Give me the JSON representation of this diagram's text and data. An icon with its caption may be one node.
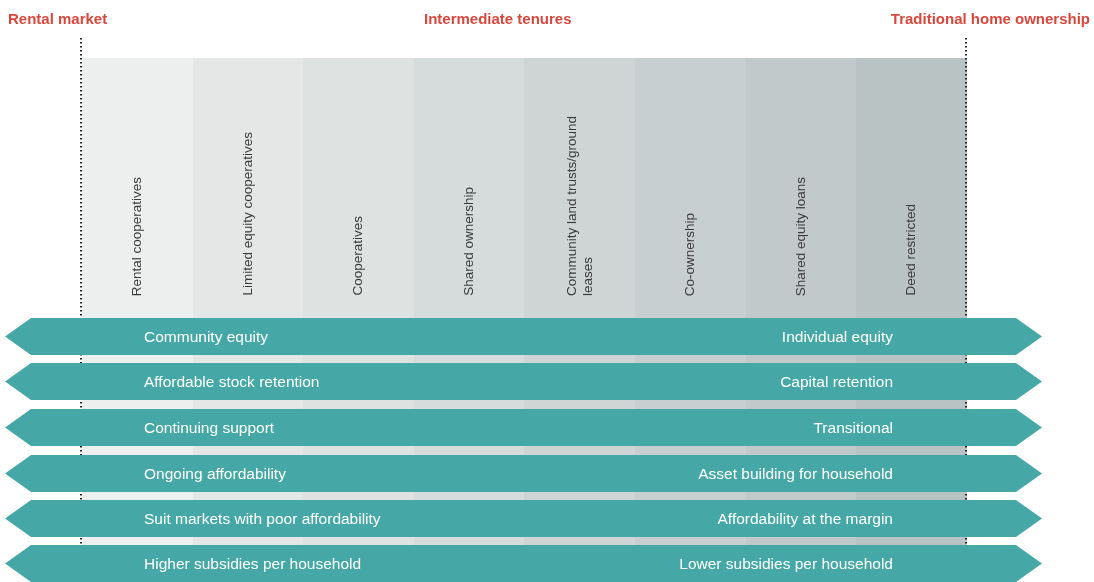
{
  "diagram": {
    "nodes": [
      {
        "text": [
          "Rental cooperatives"
        ]
      },
      {
        "text": [
          "Limited equity cooperatives"
        ]
      },
      {
        "text": [
          "Cooperatives"
        ]
      },
      {
        "text": [
          "Shared ownership"
        ]
      },
      {
        "text": [
          "Community land trusts/ground leases"
        ]
      },
      {
        "text": [
          "Co-ownership"
        ]
      },
      {
        "text": [
          "Shared equity loans"
        ]
      },
      {
        "text": [
          "Deed restricted"
        ]
      },
      {
        "text": [
          "Community equity",
          "Individual equity"
        ]
      },
      {
        "text": [
          "Affordable stock retention",
          "Capital retention"
        ]
      },
      {
        "text": [
          "Continuing support",
          "Transitional"
        ]
      },
      {
        "text": [
          "Ongoing affordability",
          "Asset building for household"
        ]
      },
      {
        "text": [
          "Suit markets with poor affordability",
          "Affordability at the margin"
        ]
      },
      {
        "text": [
          "Higher subsidies per household",
          "Lower subsidies per household"
        ]
      }
    ],
    "labels": [
      "Rental market",
      "Intermediate tenures",
      "Traditional home ownership"
    ]
  }
}
